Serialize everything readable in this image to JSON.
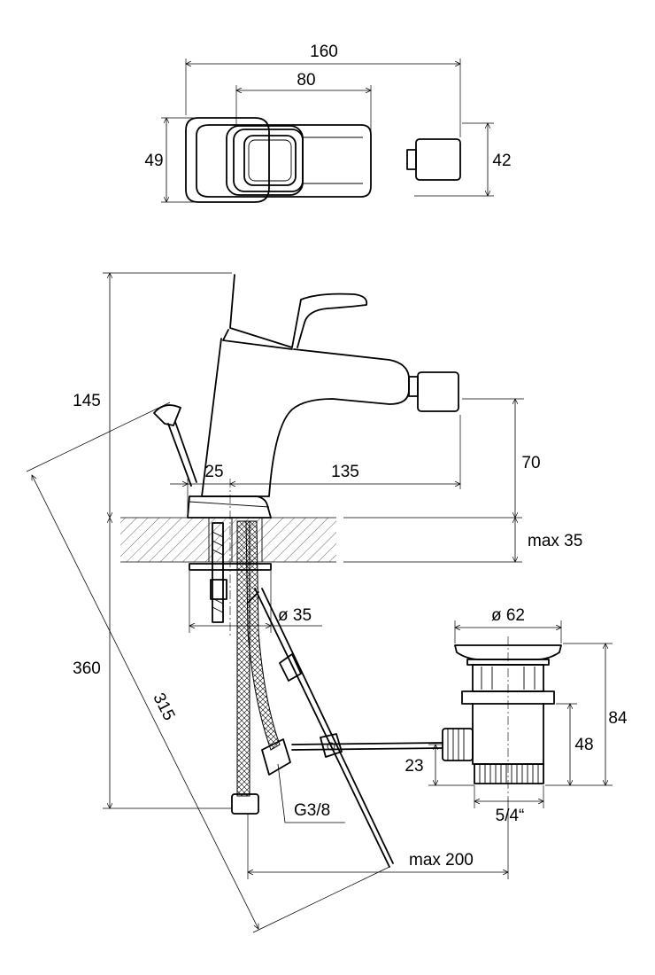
{
  "top_view": {
    "dim_overall_width": "160",
    "dim_handle_width": "80",
    "dim_body_height": "49",
    "dim_nozzle_height": "42"
  },
  "side_view": {
    "dim_overall_height": "145",
    "dim_spout_height": "70",
    "dim_inlet_offset": "25",
    "dim_spout_reach": "135",
    "dim_counter_thickness": "max 35",
    "dim_hole_diameter": "ø 35",
    "dim_hose_length": "360",
    "dim_rod_length": "315",
    "dim_connection": "G3/8",
    "dim_rod_reach": "max 200"
  },
  "waste": {
    "dim_plug_diameter": "ø 62",
    "dim_total_height": "84",
    "dim_body_height": "48",
    "dim_outlet_height": "23",
    "dim_thread": "5/4“"
  }
}
